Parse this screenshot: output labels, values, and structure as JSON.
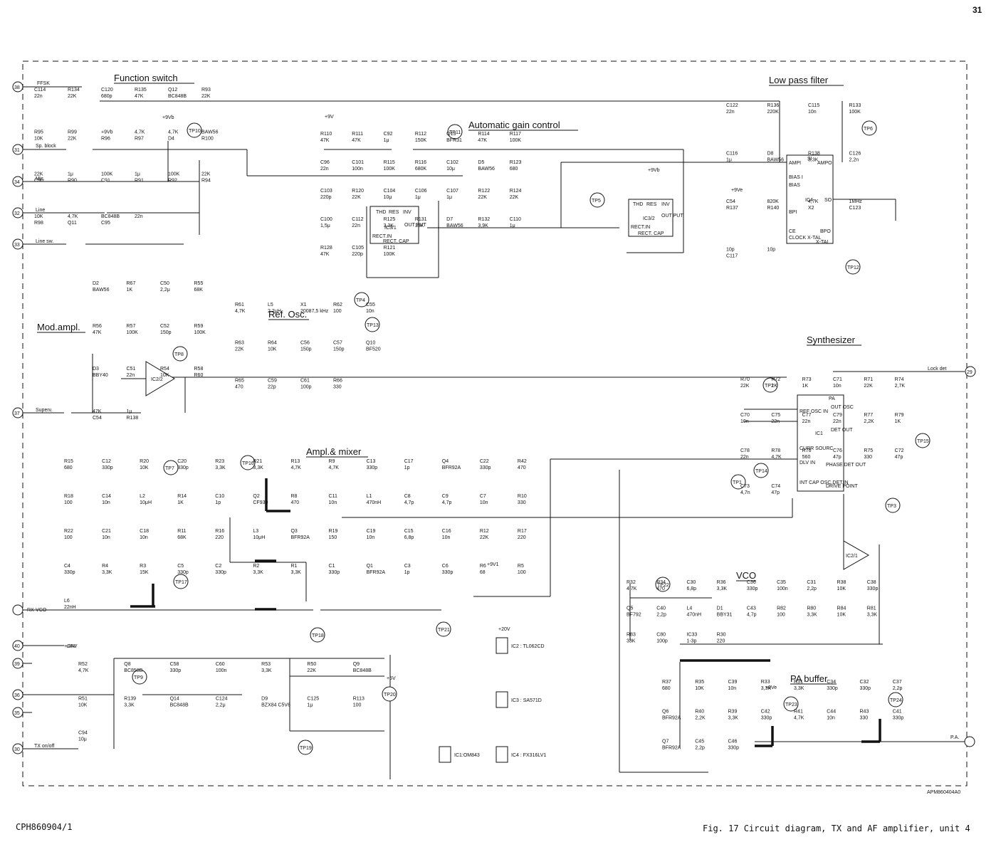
{
  "page_number": "31",
  "document_code": "CPH860904/1",
  "drawing_code": "APM860404A0",
  "figure_caption": "Fig.  17  Circuit diagram, TX and AF amplifier, unit 4",
  "section_titles": {
    "function_switch": "Function  switch",
    "low_pass_filter": "Low pass filter",
    "agc": "Automatic gain control",
    "mod_ampl": "Mod.ampl.",
    "ref_osc": "Ref. Osc.",
    "synthesizer": "Synthesizer",
    "ampl_mixer": "Ampl.& mixer",
    "vco": "VCO",
    "pa_buffer": "PA buffer"
  },
  "connectors": [
    {
      "num": "38",
      "label": "FFSK"
    },
    {
      "num": "31",
      "label": "Sp. block"
    },
    {
      "num": "34",
      "label": "Mic."
    },
    {
      "num": "32",
      "label": "Line"
    },
    {
      "num": "33",
      "label": "Line sw."
    },
    {
      "num": "37",
      "label": "Superv."
    },
    {
      "num": "29",
      "label": "Lock det"
    },
    {
      "num": "40",
      "label": "+24V"
    },
    {
      "num": "39",
      "label": ""
    },
    {
      "num": "36",
      "label": ""
    },
    {
      "num": "35",
      "label": ""
    },
    {
      "num": "30",
      "label": "TX on/off"
    },
    {
      "num": "",
      "label": "RX-VCO"
    },
    {
      "num": "",
      "label": "P.A."
    }
  ],
  "test_points": [
    "TP10",
    "TP11",
    "TP6",
    "TP5",
    "TP4",
    "TP12",
    "TP8",
    "TP13",
    "TP7",
    "TP2",
    "TP15",
    "TP16",
    "TP14",
    "TP1",
    "TP3",
    "TP17",
    "TP18",
    "TP22",
    "TP21",
    "TP9",
    "TP20",
    "TP19",
    "TP23",
    "TP24"
  ],
  "ics": [
    {
      "ref": "IC2/2",
      "pins": []
    },
    {
      "ref": "IC3/1",
      "pins": [
        "THD",
        "RES",
        "INV",
        "RECT.IN",
        "RECT. CAP",
        "OUT PUT"
      ]
    },
    {
      "ref": "IC3/2",
      "pins": [
        "THD",
        "RES",
        "INV",
        "RECT.IN",
        "RECT. CAP",
        "OUT PUT"
      ]
    },
    {
      "ref": "IC4",
      "pins": [
        "AMPI",
        "SI",
        "AMPO",
        "BIAS I",
        "BIAS",
        "BPI",
        "CE",
        "CLOCK X-TAL",
        "X-TAL",
        "SO",
        "BPO"
      ]
    },
    {
      "ref": "IC1",
      "pins": [
        "REF OSC IN",
        "OUT OSC",
        "DET OUT",
        "CURR SOURC",
        "DLV IN",
        "PHASE DET OUT",
        "INT CAP OSC.DET.IN",
        "DRIVE POINT",
        "PA"
      ]
    },
    {
      "ref": "IC2/1",
      "pins": []
    }
  ],
  "ic_supply_notes": [
    "IC2 : TL062CD",
    "IC3 : SA571D",
    "IC1:OM843",
    "IC4 : FX316LV1"
  ],
  "supply_labels": [
    "+9V",
    "+9Vb",
    "+9Ve",
    "+5V",
    "+20V",
    "+9V1",
    "+24V",
    "+9Vb",
    "+9Ve"
  ],
  "components": {
    "function_switch": [
      "C114",
      "22n",
      "R134",
      "22K",
      "C120",
      "680p",
      "R135",
      "47K",
      "Q12",
      "BC848B",
      "R93",
      "22K",
      "R95",
      "10K",
      "R99",
      "22K",
      "+9Vb",
      "R96",
      "4,7K",
      "R97",
      "4,7K",
      "D4",
      "BAW56",
      "R100",
      "22K",
      "C90",
      "1μ",
      "R90",
      "100K",
      "C91",
      "1μ",
      "R91",
      "100K",
      "R92",
      "22K",
      "R94",
      "10K",
      "R98",
      "4,7K",
      "Q11",
      "BC848B",
      "C95",
      "22n"
    ],
    "agc": [
      "R110",
      "47K",
      "R111",
      "47K",
      "C92",
      "1μ",
      "R112",
      "150K",
      "Q13",
      "BFR31",
      "R114",
      "47K",
      "R117",
      "100K",
      "C96",
      "22n",
      "C101",
      "100n",
      "R115",
      "100K",
      "R116",
      "680K",
      "C102",
      "10μ",
      "D5",
      "BAW56",
      "R123",
      "680",
      "C103",
      "220p",
      "R120",
      "22K",
      "C104",
      "10μ",
      "C106",
      "1μ",
      "C107",
      "1μ",
      "R122",
      "22K",
      "R124",
      "22K",
      "C100",
      "1,5μ",
      "C112",
      "22n",
      "R125",
      "3,3K",
      "R131",
      "33K",
      "D7",
      "BAW56",
      "R132",
      "3,9K",
      "C110",
      "1μ",
      "R128",
      "47K",
      "C105",
      "220p",
      "R121",
      "100K"
    ],
    "low_pass_filter": [
      "C122",
      "22n",
      "R136",
      "220K",
      "C115",
      "10n",
      "R133",
      "100K",
      "C116",
      "1μ",
      "D8",
      "BAW56",
      "R138",
      "3,3K",
      "C126",
      "2,2n",
      "C54",
      "R137",
      "820K",
      "R140",
      "4,7K",
      "X2",
      "1MHz",
      "C123",
      "10p",
      "C117",
      "10p"
    ],
    "mod_ampl": [
      "D2",
      "BAW56",
      "R67",
      "1K",
      "C50",
      "2,2μ",
      "R55",
      "68K",
      "R56",
      "47K",
      "R57",
      "100K",
      "C52",
      "150p",
      "R59",
      "100K",
      "D3",
      "BBY40",
      "C51",
      "22n",
      "R54",
      "10K",
      "R58",
      "R60",
      "47K",
      "C54",
      "1μ",
      "R138"
    ],
    "ref_osc": [
      "R61",
      "4,7K",
      "L5",
      "2,2μH",
      "X1",
      "20087,5 kHz",
      "R62",
      "100",
      "C55",
      "10n",
      "R63",
      "22K",
      "R64",
      "10K",
      "C56",
      "150p",
      "C57",
      "150p",
      "Q10",
      "BF520",
      "R65",
      "470",
      "C59",
      "22p",
      "C61",
      "100p",
      "R66",
      "330"
    ],
    "synthesizer": [
      "R70",
      "22K",
      "R72",
      "1K",
      "R73",
      "1K",
      "C71",
      "10n",
      "R71",
      "22K",
      "R74",
      "2,7K",
      "C70",
      "10n",
      "C75",
      "22n",
      "C77",
      "22n",
      "C79",
      "22n",
      "R77",
      "2,2K",
      "R79",
      "1K",
      "C78",
      "22n",
      "R78",
      "4,7K",
      "R76",
      "560",
      "C76",
      "47p",
      "R75",
      "330",
      "C72",
      "47p",
      "C73",
      "4,7n",
      "C74",
      "47p"
    ],
    "ampl_mixer": [
      "R15",
      "680",
      "C12",
      "330p",
      "R20",
      "10K",
      "C20",
      "330p",
      "R23",
      "3,3K",
      "R21",
      "3,3K",
      "R13",
      "4,7K",
      "R9",
      "4,7K",
      "C13",
      "330p",
      "C17",
      "1p",
      "Q4",
      "BFR92A",
      "C22",
      "330p",
      "R42",
      "470",
      "R18",
      "100",
      "C14",
      "10n",
      "L2",
      "10μH",
      "R14",
      "1K",
      "C10",
      "1p",
      "Q2",
      "CF930",
      "R8",
      "470",
      "C11",
      "10n",
      "L1",
      "470nH",
      "C8",
      "4,7p",
      "C9",
      "4,7p",
      "C7",
      "10n",
      "R10",
      "330",
      "R22",
      "100",
      "C21",
      "10n",
      "C18",
      "10n",
      "R11",
      "68K",
      "R16",
      "220",
      "L3",
      "10μH",
      "Q3",
      "BFR92A",
      "R19",
      "150",
      "C19",
      "10n",
      "C15",
      "6,8p",
      "C16",
      "10n",
      "R12",
      "22K",
      "R17",
      "220",
      "C4",
      "330p",
      "R4",
      "3,3K",
      "R3",
      "15K",
      "C5",
      "330p",
      "C2",
      "330p",
      "R2",
      "3,3K",
      "R1",
      "3,3K",
      "C1",
      "330p",
      "Q1",
      "BFR92A",
      "C3",
      "1p",
      "C6",
      "330p",
      "R6",
      "68",
      "R5",
      "100",
      "L6",
      "22nH"
    ],
    "vco": [
      "R32",
      "4,7K",
      "R34",
      "470",
      "C30",
      "6,8p",
      "R36",
      "3,3K",
      "C36",
      "330p",
      "C35",
      "100n",
      "C31",
      "2,2p",
      "R38",
      "10K",
      "C38",
      "330p",
      "Q5",
      "BF792",
      "C40",
      "2,2p",
      "L4",
      "470nH",
      "D1",
      "BBY31",
      "C43",
      "4,7p",
      "R82",
      "100",
      "R80",
      "3,3K",
      "R84",
      "10K",
      "R81",
      "3,3K",
      "R83",
      "33K",
      "C80",
      "100p",
      "IC33",
      "1-3p",
      "R30",
      "220"
    ],
    "pa_buffer": [
      "R37",
      "680",
      "R35",
      "10K",
      "C39",
      "10n",
      "R33",
      "3,3K",
      "R31",
      "3,3K",
      "C34",
      "330p",
      "C32",
      "330p",
      "C37",
      "2,2p",
      "Q6",
      "BFR92A",
      "R40",
      "2,2K",
      "R39",
      "3,3K",
      "C42",
      "330p",
      "R41",
      "4,7K",
      "C44",
      "10n",
      "R43",
      "330",
      "C41",
      "330p",
      "Q7",
      "BFR92A",
      "C45",
      "2,2p",
      "C46",
      "330p"
    ],
    "power": [
      "R52",
      "4,7K",
      "Q8",
      "BC858B",
      "C58",
      "330p",
      "C60",
      "100n",
      "R53",
      "3,3K",
      "R50",
      "22K",
      "Q9",
      "BC848B",
      "R51",
      "10K",
      "R139",
      "3,3K",
      "Q14",
      "BC848B",
      "C124",
      "2,2μ",
      "D9",
      "BZX84 C5V6",
      "C125",
      "1μ",
      "R113",
      "100",
      "C94",
      "10μ"
    ]
  }
}
